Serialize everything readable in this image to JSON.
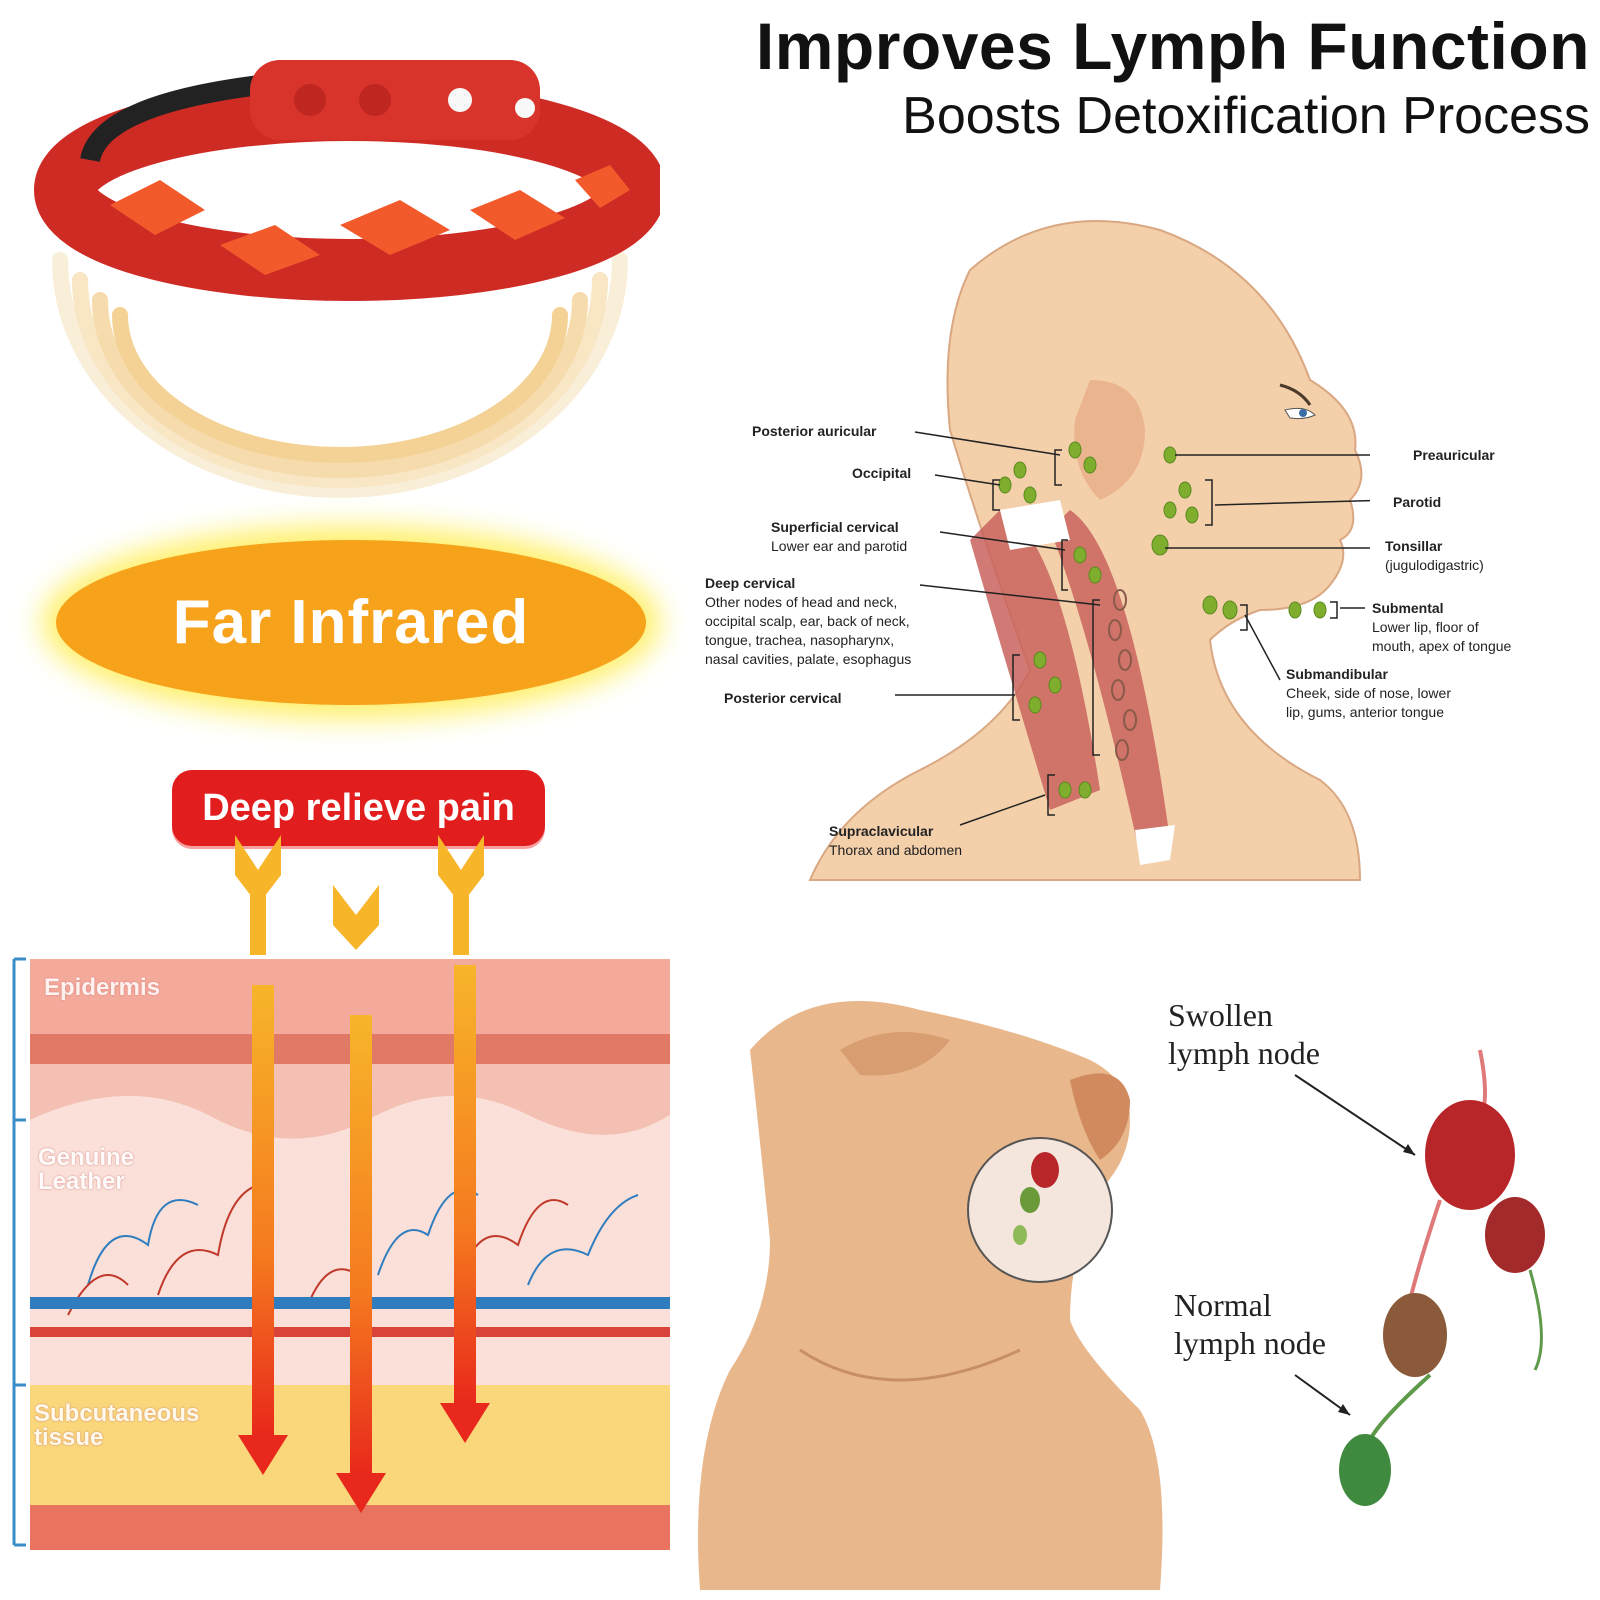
{
  "header": {
    "title": "Improves Lymph Function",
    "subtitle": "Boosts Detoxification Process"
  },
  "badges": {
    "far_infrared": "Far Infrared",
    "deep_relieve": "Deep relieve pain"
  },
  "skin_layers": {
    "epidermis": "Epidermis",
    "genuine_leather_1": "Genuine",
    "genuine_leather_2": "Leather",
    "subcutaneous_1": "Subcutaneous",
    "subcutaneous_2": "tissue"
  },
  "lymph_chart": {
    "posterior_auricular": "Posterior auricular",
    "occipital": "Occipital",
    "superficial_cervical": "Superficial cervical",
    "superficial_cervical_desc": "Lower ear and parotid",
    "deep_cervical": "Deep cervical",
    "deep_cervical_desc_1": "Other nodes of head and neck,",
    "deep_cervical_desc_2": "occipital scalp, ear, back of neck,",
    "deep_cervical_desc_3": "tongue, trachea, nasopharynx,",
    "deep_cervical_desc_4": "nasal cavities, palate, esophagus",
    "posterior_cervical": "Posterior cervical",
    "supraclavicular": "Supraclavicular",
    "supraclavicular_desc": "Thorax and abdomen",
    "preauricular": "Preauricular",
    "parotid": "Parotid",
    "tonsillar": "Tonsillar",
    "tonsillar_desc": "(jugulodigastric)",
    "submental": "Submental",
    "submental_desc_1": "Lower lip, floor of",
    "submental_desc_2": "mouth, apex of tongue",
    "submandibular": "Submandibular",
    "submandibular_desc_1": "Cheek, side of nose, lower",
    "submandibular_desc_2": "lip, gums, anterior tongue"
  },
  "node_compare": {
    "swollen_1": "Swollen",
    "swollen_2": "lymph node",
    "normal_1": "Normal",
    "normal_2": "lymph node"
  },
  "colors": {
    "bracelet": "#d8322b",
    "far_infrared_pill": "#f7a21b",
    "relieve_pill": "#e21d1d",
    "lymph_node_green": "#7fae2e",
    "swollen_node": "#b8262a"
  }
}
